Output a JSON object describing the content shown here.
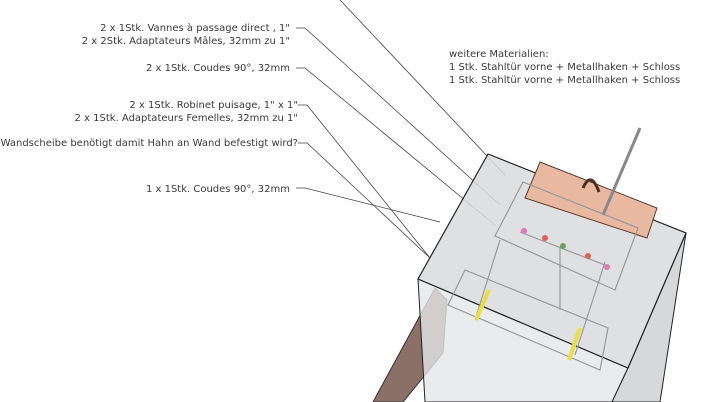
{
  "labels": {
    "valves": "2 x 1Stk. Vannes à passage direct , 1\"",
    "male_adapters": "2 x 2Stk. Adaptateurs Mâles, 32mm zu 1\"",
    "elbows_2": "2 x 1Stk. Coudes 90°, 32mm",
    "taps": "2 x 1Stk. Robinet puisage, 1\" x 1\"",
    "female_adapters": "2 x 1Stk. Adaptateurs Femelles, 32mm zu 1\"",
    "wall_plate": "Wandscheibe benötigt damit Hahn an Wand befestigt wird?",
    "elbow_1": "1 x 1Stk. Coudes 90°, 32mm"
  },
  "materials": {
    "title": "weitere Materialien:",
    "items": [
      "1 Stk. Stahltür vorne + Metallhaken + Schloss",
      "1 Stk. Stahltür vorne + Metallhaken + Schloss"
    ]
  },
  "colors": {
    "box": "#dcdcdc",
    "door": "#8a7066",
    "panel": "#e8b8a0",
    "pipe_fitting": "#e8e040"
  }
}
